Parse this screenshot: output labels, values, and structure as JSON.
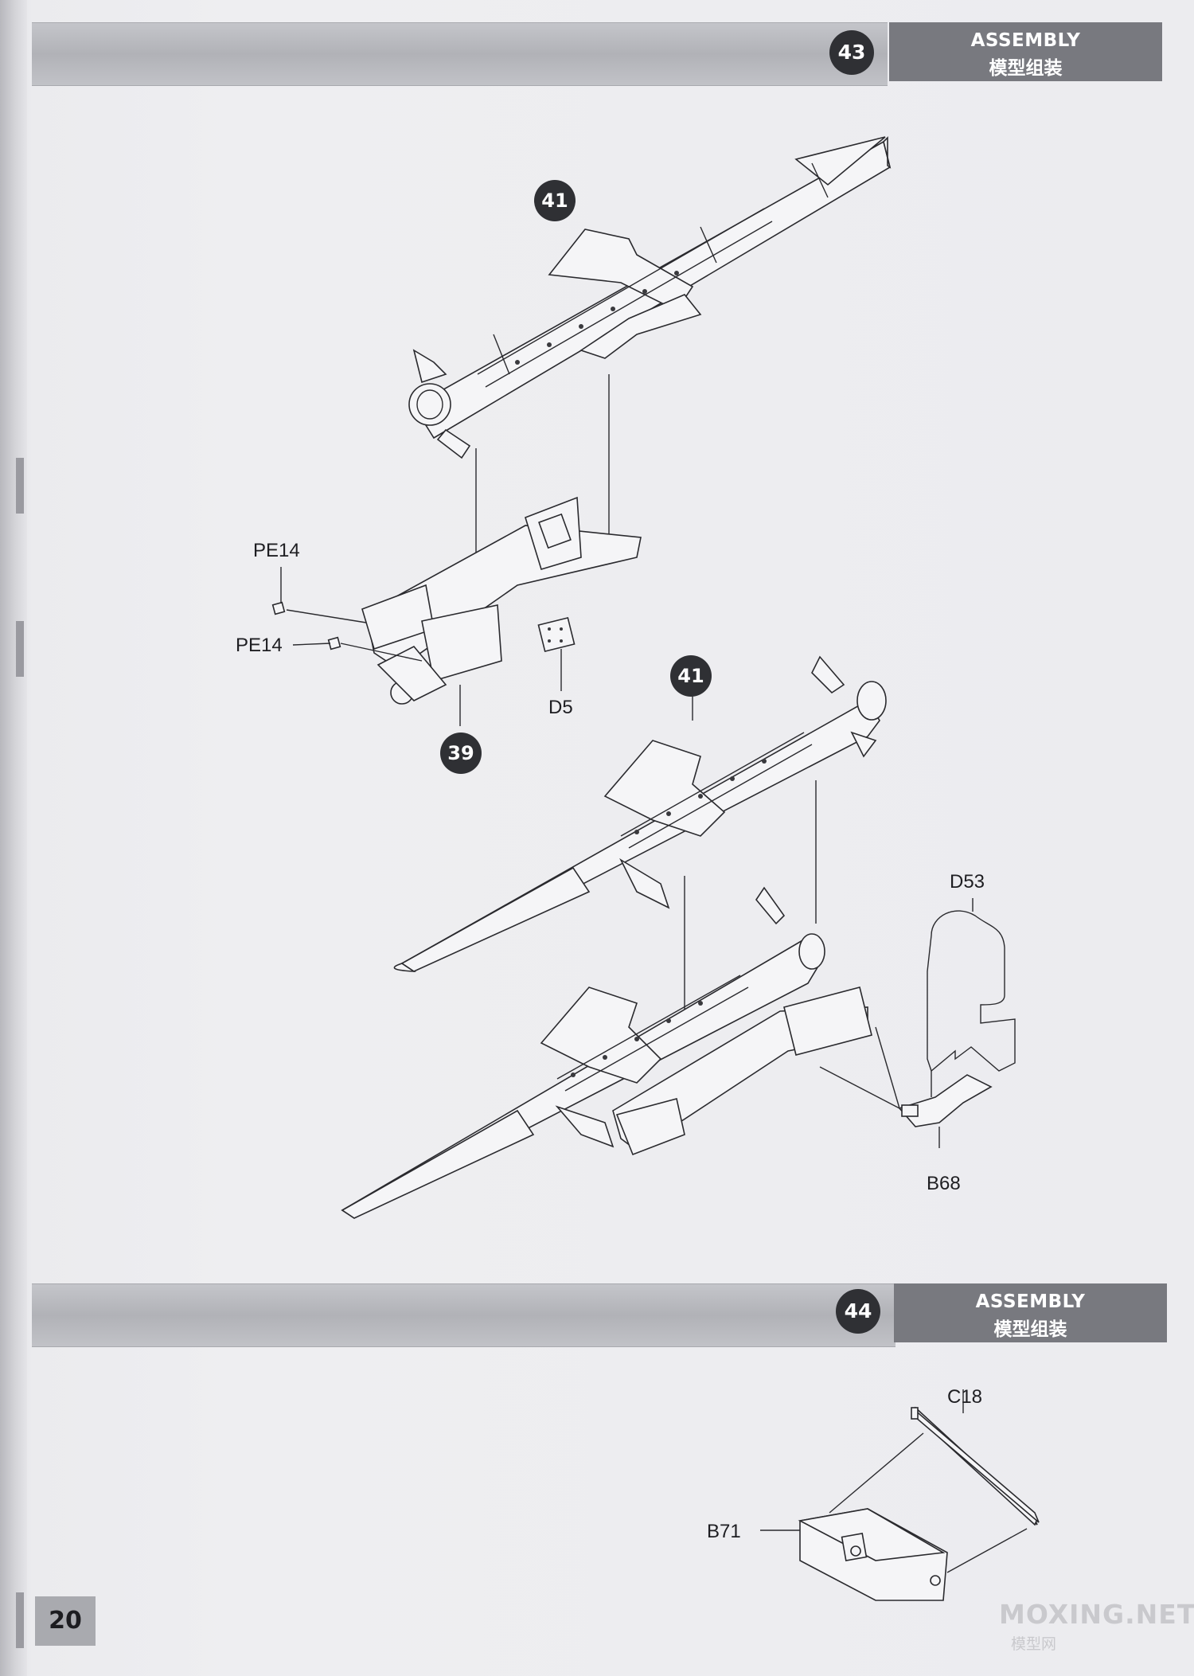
{
  "steps": [
    {
      "number": "43",
      "title_en": "ASSEMBLY",
      "title_zh": "模型组装"
    },
    {
      "number": "44",
      "title_en": "ASSEMBLY",
      "title_zh": "模型组装"
    }
  ],
  "step43": {
    "ref_badges": [
      "41",
      "41",
      "39"
    ],
    "parts": [
      "PE14",
      "PE14",
      "D5",
      "D53",
      "B68"
    ]
  },
  "step44": {
    "parts": [
      "C18",
      "B71"
    ]
  },
  "page_number": "20",
  "watermark": {
    "main": "MOXING.NET",
    "sub": "模型网"
  },
  "colors": {
    "header_band": "#b8b9be",
    "header_box": "#78797f",
    "badge": "#2f3034"
  }
}
